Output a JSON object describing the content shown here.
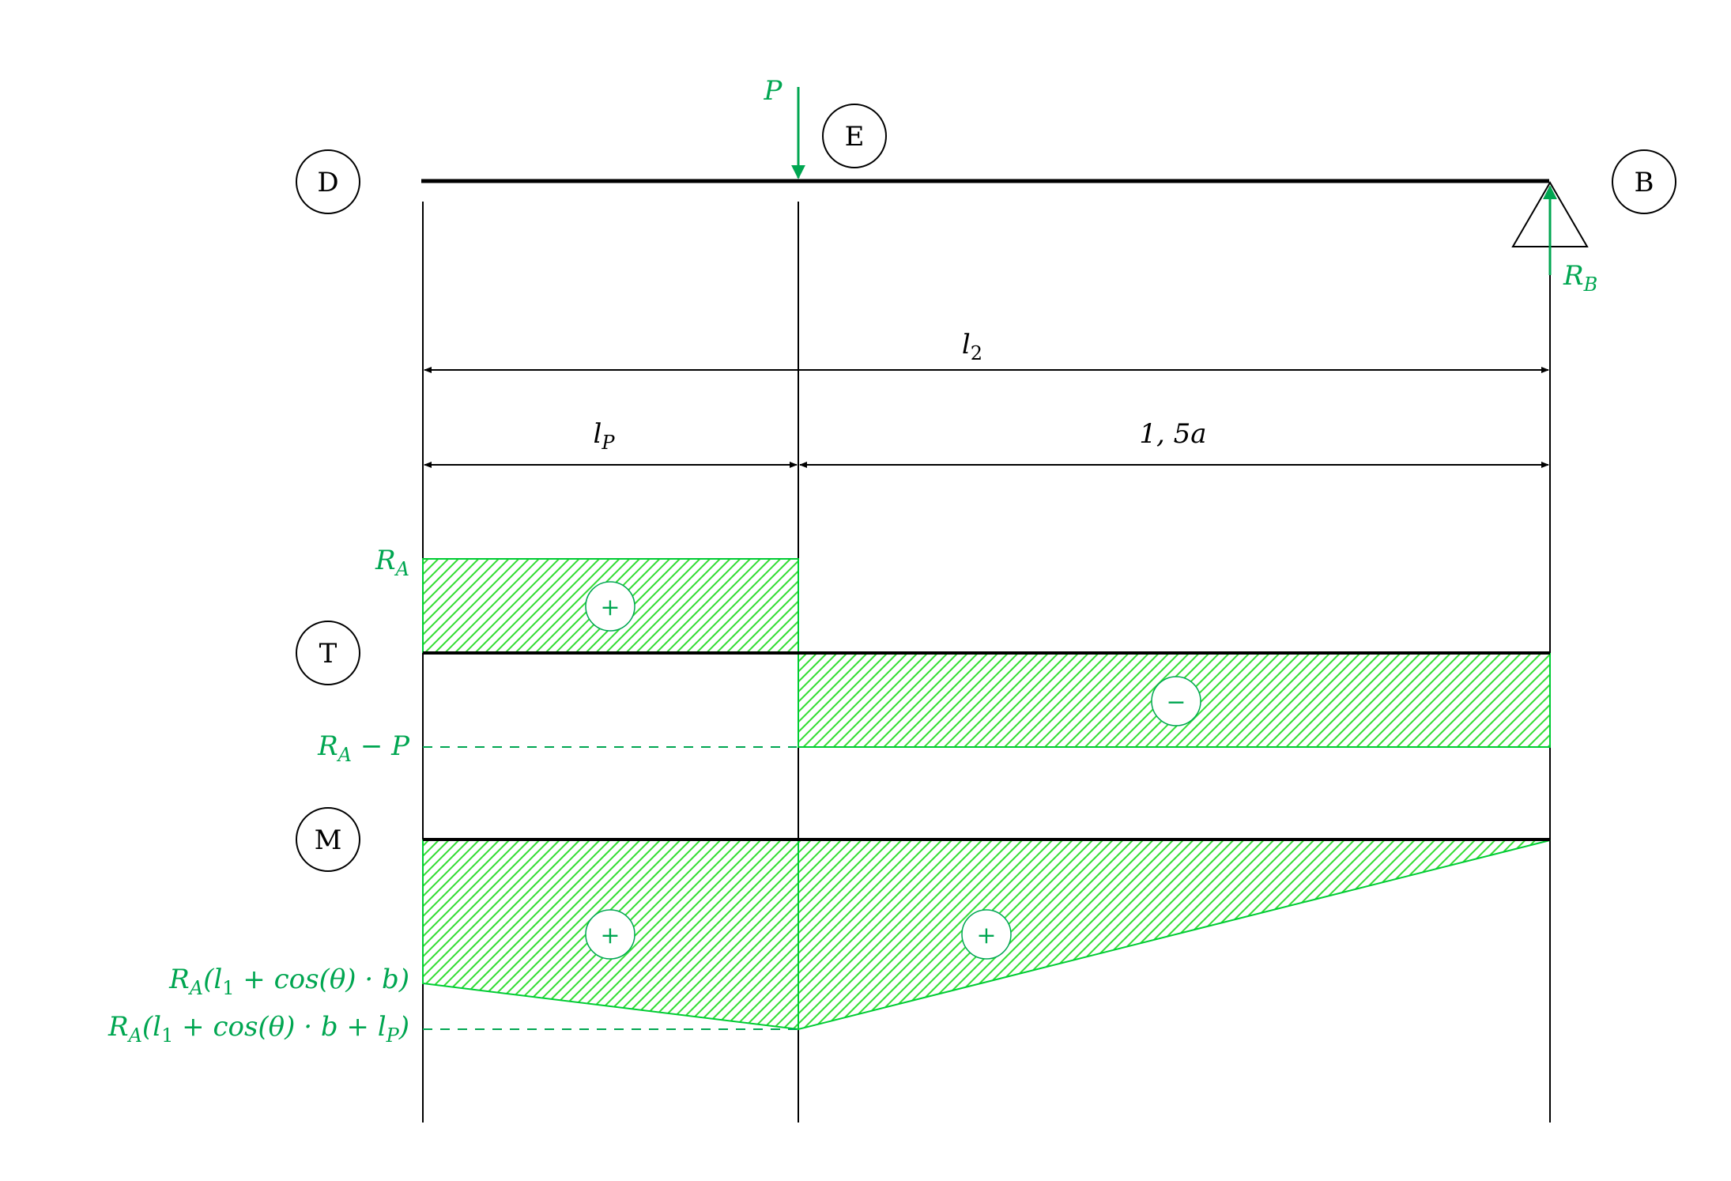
{
  "nodes": {
    "D": "D",
    "E": "E",
    "B": "B",
    "T": "T",
    "M": "M"
  },
  "loads": {
    "P": "P",
    "RB_main": "R",
    "RB_sub": "B"
  },
  "dimensions": {
    "l2_main": "l",
    "l2_sub": "2",
    "lP_main": "l",
    "lP_sub": "P",
    "span_text": "1, 5a"
  },
  "shear": {
    "RA_main": "R",
    "RA_sub": "A",
    "RAminusP_main": "R",
    "RAminusP_sub": "A",
    "RAminusP_rest": " − P",
    "sign_pos": "+",
    "sign_neg": "−"
  },
  "moment": {
    "label1_R": "R",
    "label1_A": "A",
    "label1_a": "(l",
    "label1_1": "1",
    "label1_b": " + cos(θ) · b)",
    "label2_R": "R",
    "label2_A": "A",
    "label2_a": "(l",
    "label2_1": "1",
    "label2_b": " + cos(θ) · b + l",
    "label2_P": "P",
    "label2_c": ")",
    "sign_left": "+",
    "sign_right": "+"
  },
  "colors": {
    "accent": "#00a651",
    "hatch": "#33dd33",
    "ink": "#000000"
  }
}
